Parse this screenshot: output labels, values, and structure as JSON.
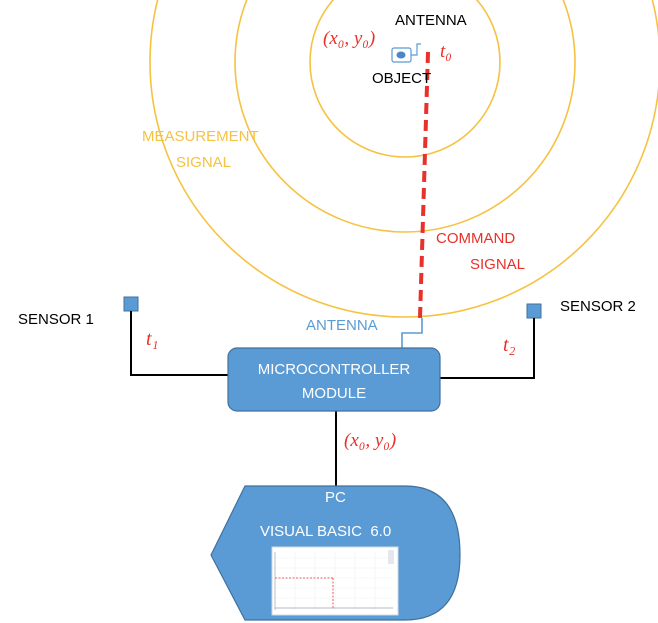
{
  "labels": {
    "antenna_top": "ANTENNA",
    "object": "OBJECT",
    "measurement_line1": "MEASUREMENT",
    "measurement_line2": "SIGNAL",
    "command_line1": "COMMAND",
    "command_line2": "SIGNAL",
    "sensor1": "SENSOR 1",
    "sensor2": "SENSOR 2",
    "antenna_module": "ANTENNA",
    "module_line1": "MICROCONTROLLER",
    "module_line2": "MODULE",
    "pc": "PC",
    "software": "VISUAL BASIC  6.0"
  },
  "math": {
    "object_coord": "(x₀, y₀)",
    "t0": "t₀",
    "t1": "t₁",
    "t2": "t₂",
    "link_coord": "(x₀, y₀)"
  },
  "colors": {
    "measurement_signal": "#f5c242",
    "command_signal": "#e8312a",
    "box_fill": "#5b9bd5",
    "box_stroke": "#41719c",
    "antenna_label": "#5b9bd5",
    "connector": "#000000",
    "math_red": "#e8312a"
  }
}
